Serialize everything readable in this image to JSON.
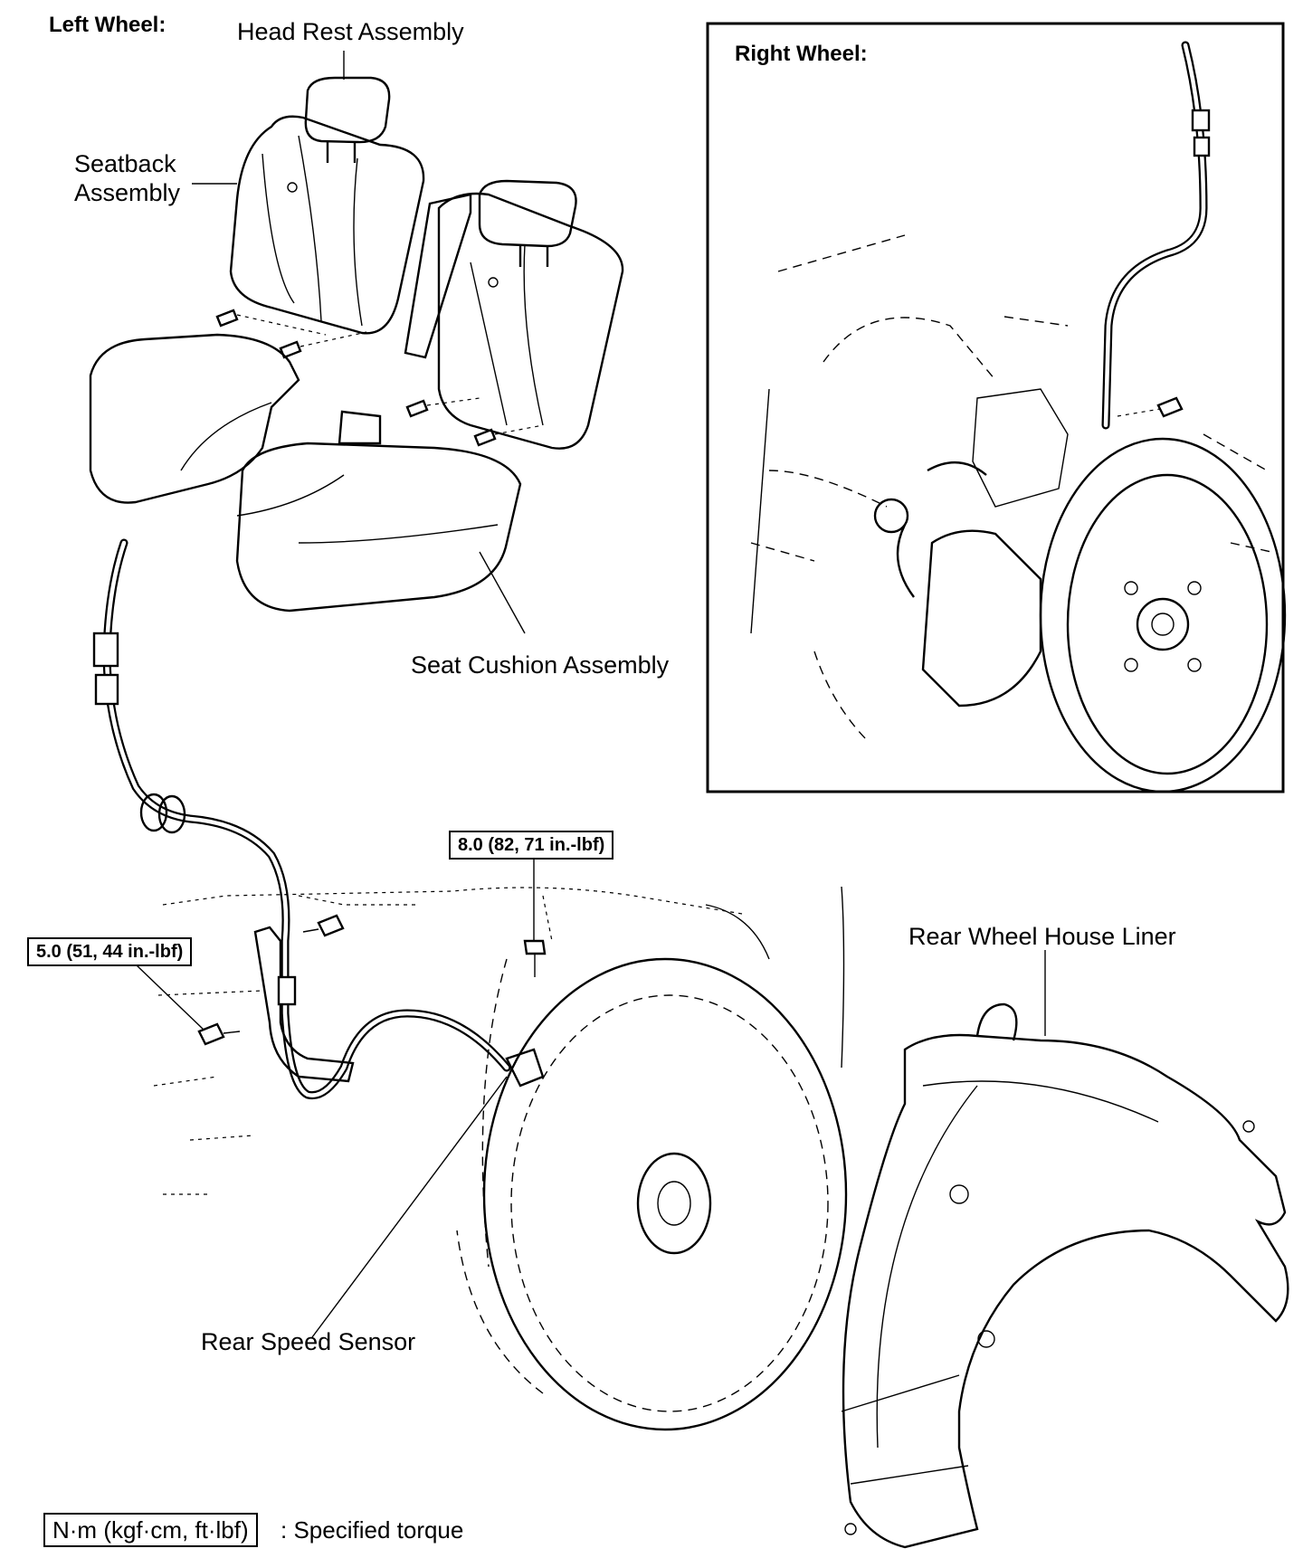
{
  "left_title": "Left Wheel:",
  "right_title": "Right Wheel:",
  "labels": {
    "head_rest": "Head Rest Assembly",
    "seatback_line1": "Seatback",
    "seatback_line2": "Assembly",
    "seat_cushion": "Seat Cushion Assembly",
    "rear_wheel_house_liner": "Rear Wheel House  Liner",
    "rear_speed_sensor": "Rear Speed Sensor"
  },
  "torque": {
    "upper": "8.0 (82, 71 in.-lbf)",
    "left": "5.0 (51, 44 in.-lbf)"
  },
  "legend": {
    "unit": "N·m (kgf·cm, ft·lbf)",
    "text": ": Specified torque"
  },
  "icons": [
    "bolt-icon",
    "sensor-connector-icon"
  ]
}
